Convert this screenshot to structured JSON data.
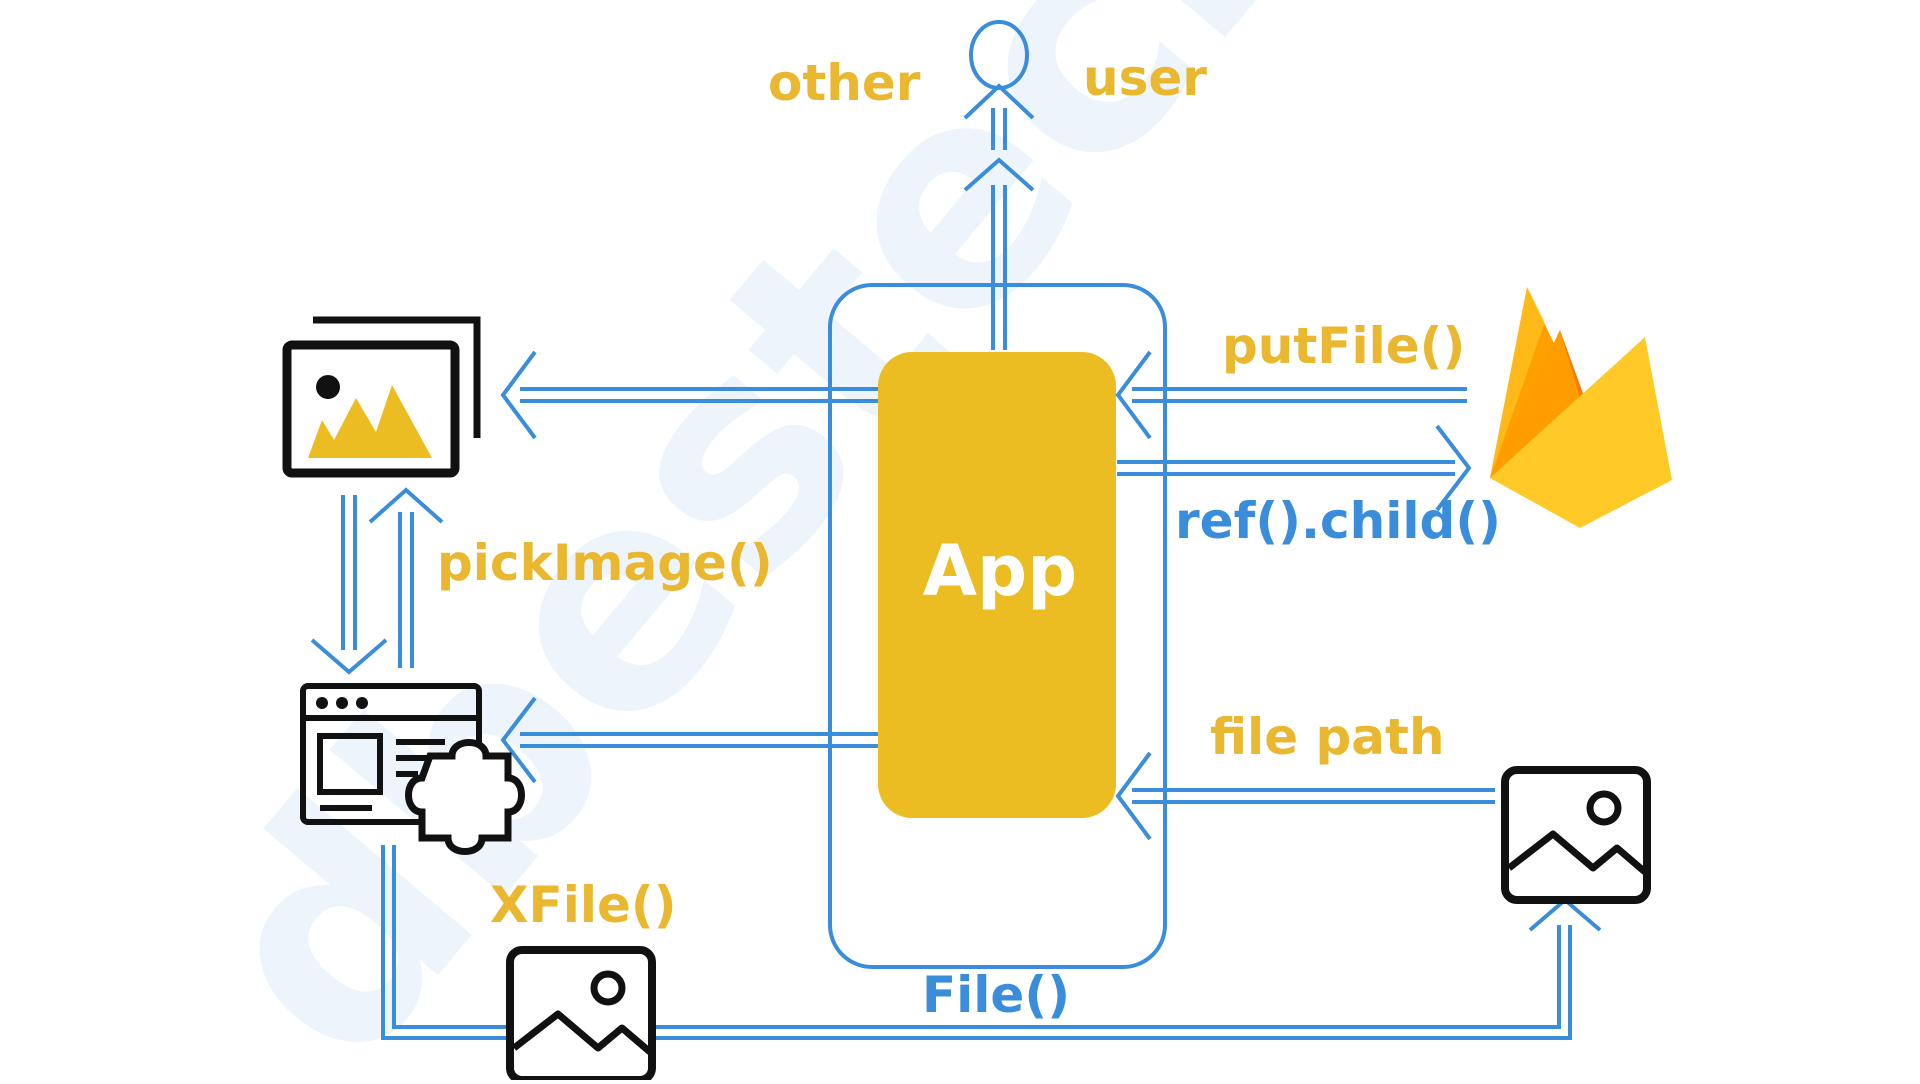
{
  "watermark": "dbestech",
  "labels": {
    "other": "other",
    "user": "user",
    "app": "App",
    "put_file": "putFile()",
    "ref_child": "ref().child()",
    "pick_image": "pickImage()",
    "file_path": "file path",
    "xfile": "XFile()",
    "file": "File()"
  },
  "colors": {
    "arrow": "#3a8ddb",
    "label_yellow": "#e9b830",
    "label_blue": "#3a8ddb",
    "app_fill": "#ecbd23",
    "app_text": "#ffffff",
    "icon_stroke": "#111111",
    "watermark": "#eef4fc"
  },
  "icons": {
    "user": "person-icon",
    "gallery": "gallery-icon",
    "image_picker_plugin": "browser-plugin-icon",
    "image_file": "image-icon",
    "firebase": "firebase-logo"
  }
}
